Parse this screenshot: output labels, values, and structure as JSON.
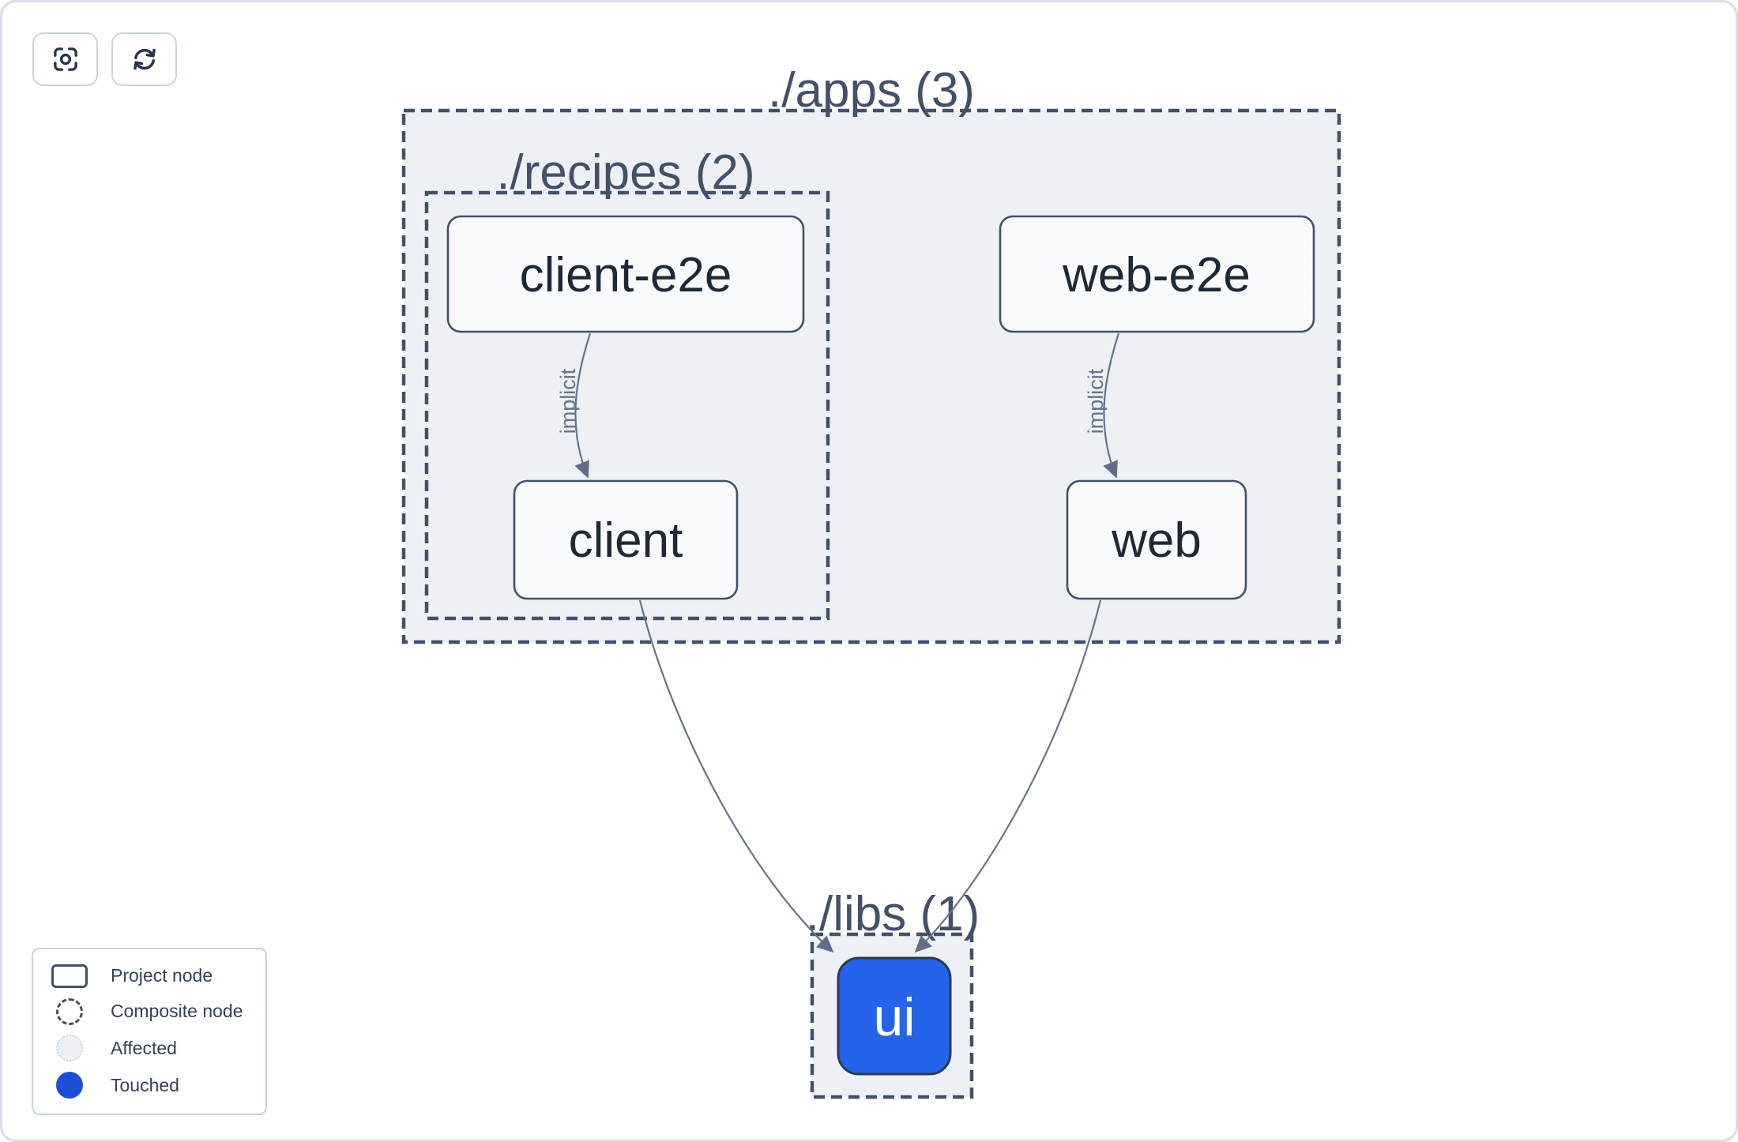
{
  "toolbar": {
    "buttons": [
      {
        "id": "center-graph",
        "icon": "viewfinder-icon"
      },
      {
        "id": "refresh-graph",
        "icon": "refresh-icon"
      }
    ]
  },
  "graph": {
    "groups": [
      {
        "id": "apps",
        "label": "./apps (3)"
      },
      {
        "id": "recipes",
        "label": "./recipes (2)"
      },
      {
        "id": "libs",
        "label": "./libs (1)"
      }
    ],
    "nodes": [
      {
        "id": "client-e2e",
        "label": "client-e2e",
        "state": "default"
      },
      {
        "id": "web-e2e",
        "label": "web-e2e",
        "state": "default"
      },
      {
        "id": "client",
        "label": "client",
        "state": "default"
      },
      {
        "id": "web",
        "label": "web",
        "state": "default"
      },
      {
        "id": "ui",
        "label": "ui",
        "state": "touched"
      }
    ],
    "edges": [
      {
        "source": "client-e2e",
        "target": "client",
        "type": "implicit",
        "label": "implicit"
      },
      {
        "source": "web-e2e",
        "target": "web",
        "type": "implicit",
        "label": "implicit"
      },
      {
        "source": "client",
        "target": "ui",
        "type": "static",
        "label": ""
      },
      {
        "source": "web",
        "target": "ui",
        "type": "static",
        "label": ""
      }
    ]
  },
  "legend": {
    "items": [
      {
        "swatch": "project",
        "label": "Project node"
      },
      {
        "swatch": "composite",
        "label": "Composite node"
      },
      {
        "swatch": "affected",
        "label": "Affected"
      },
      {
        "swatch": "touched",
        "label": "Touched"
      }
    ]
  },
  "colors": {
    "touched_node_fill": "#2563eb",
    "touched_legend_fill": "#1d4ed8",
    "container_fill": "#edf1f6",
    "node_fill": "#f9fafc",
    "border_slate": "#42506a",
    "edge_slate": "#64748b",
    "node_text": "#1d2838"
  }
}
